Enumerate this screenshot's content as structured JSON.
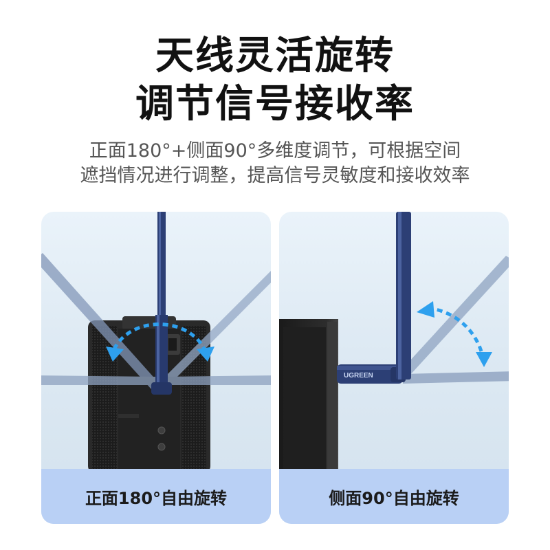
{
  "headline": {
    "line1": "天线灵活旋转",
    "line2": "调节信号接收率"
  },
  "subtitle": {
    "line1": "正面180°+侧面90°多维度调节，可根据空间",
    "line2": "遮挡情况进行调整，提高信号灵敏度和接收效率"
  },
  "cards": [
    {
      "caption": "正面180°自由旋转"
    },
    {
      "caption": "侧面90°自由旋转",
      "brand": "UGREEN"
    }
  ],
  "colors": {
    "antenna": "#2c3f75",
    "arrow": "#2ea0ee",
    "caption_bg": "#b9d0f5",
    "pc_case": "#262626"
  }
}
